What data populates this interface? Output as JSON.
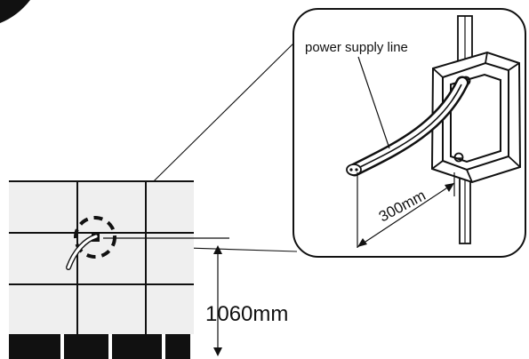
{
  "diagram": {
    "labels": {
      "power_supply_line": "power supply line",
      "distance_300": "300mm",
      "height_1060": "1060mm"
    },
    "colors": {
      "line": "#111111",
      "wall": "#efefef",
      "baseboard": "#111111",
      "inset_bg": "#ffffff",
      "badge": "#111111"
    }
  }
}
